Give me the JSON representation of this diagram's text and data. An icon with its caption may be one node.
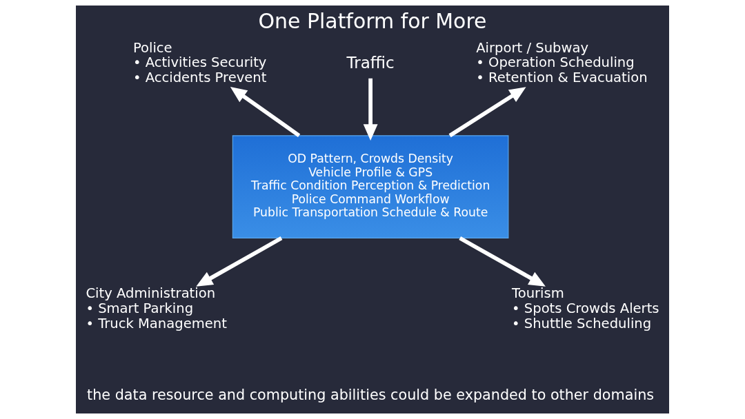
{
  "diagram": {
    "title": "One Platform for More",
    "caption": "the data resource and computing abilities could be expanded to other domains",
    "nodes": [
      {
        "text": [
          "Traffic"
        ]
      },
      {
        "text": [
          "Police",
          "• Activities Security",
          "• Accidents Prevent"
        ]
      },
      {
        "text": [
          "Airport / Subway",
          "• Operation Scheduling",
          "• Retention & Evacuation"
        ]
      },
      {
        "text": [
          "OD Pattern, Crowds Density",
          "Vehicle Profile & GPS",
          "Traffic Condition Perception & Prediction",
          "Police Command Workflow",
          "Public Transportation Schedule & Route"
        ]
      },
      {
        "text": [
          "City Administration",
          "• Smart Parking",
          "• Truck Management"
        ]
      },
      {
        "text": [
          "Tourism",
          "• Spots Crowds Alerts",
          "• Shuttle Scheduling"
        ]
      }
    ],
    "edges": [
      {
        "from": 0,
        "to": 3,
        "arrow": "to"
      },
      {
        "from": 3,
        "to": 1,
        "arrow": "to"
      },
      {
        "from": 3,
        "to": 2,
        "arrow": "to"
      },
      {
        "from": 3,
        "to": 4,
        "arrow": "to"
      },
      {
        "from": 3,
        "to": 5,
        "arrow": "to"
      }
    ]
  }
}
